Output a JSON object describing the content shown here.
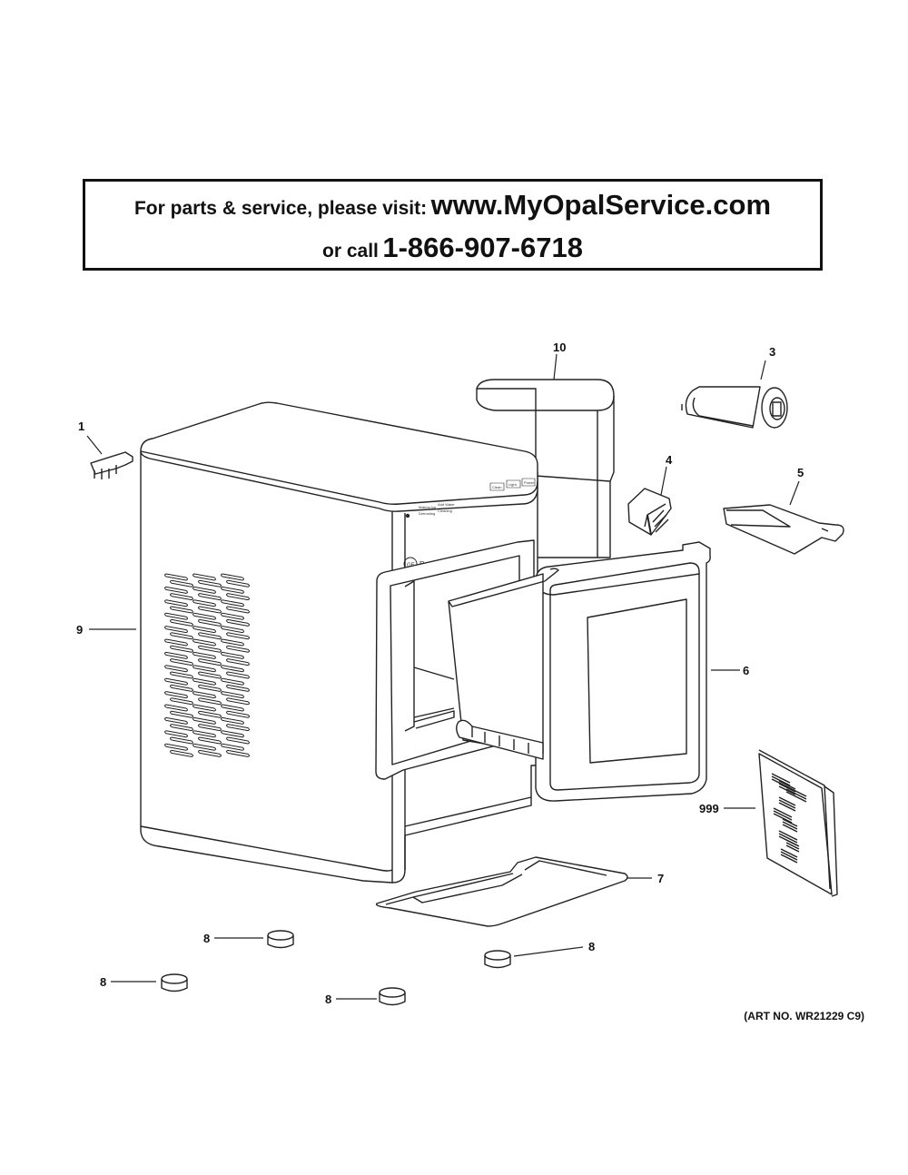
{
  "header": {
    "visit_prefix": "For parts & service, please visit:",
    "url": "www.MyOpalService.com",
    "call_prefix": "or call",
    "phone": "1-866-907-6718"
  },
  "panel": {
    "brand": "Profile",
    "row1": [
      "Making Ice",
      "Add Water"
    ],
    "row2": [
      "Defrosting",
      "Cleaning"
    ],
    "buttons": [
      "Clean",
      "Light",
      "Power"
    ]
  },
  "callouts": {
    "p1": "1",
    "p3": "3",
    "p4": "4",
    "p5": "5",
    "p6": "6",
    "p7": "7",
    "p8a": "8",
    "p8b": "8",
    "p8c": "8",
    "p8d": "8",
    "p9": "9",
    "p10": "10",
    "p999": "999"
  },
  "art_number": "(ART NO. WR21229 C9)",
  "colors": {
    "line": "#222222",
    "frame": "#111111"
  }
}
